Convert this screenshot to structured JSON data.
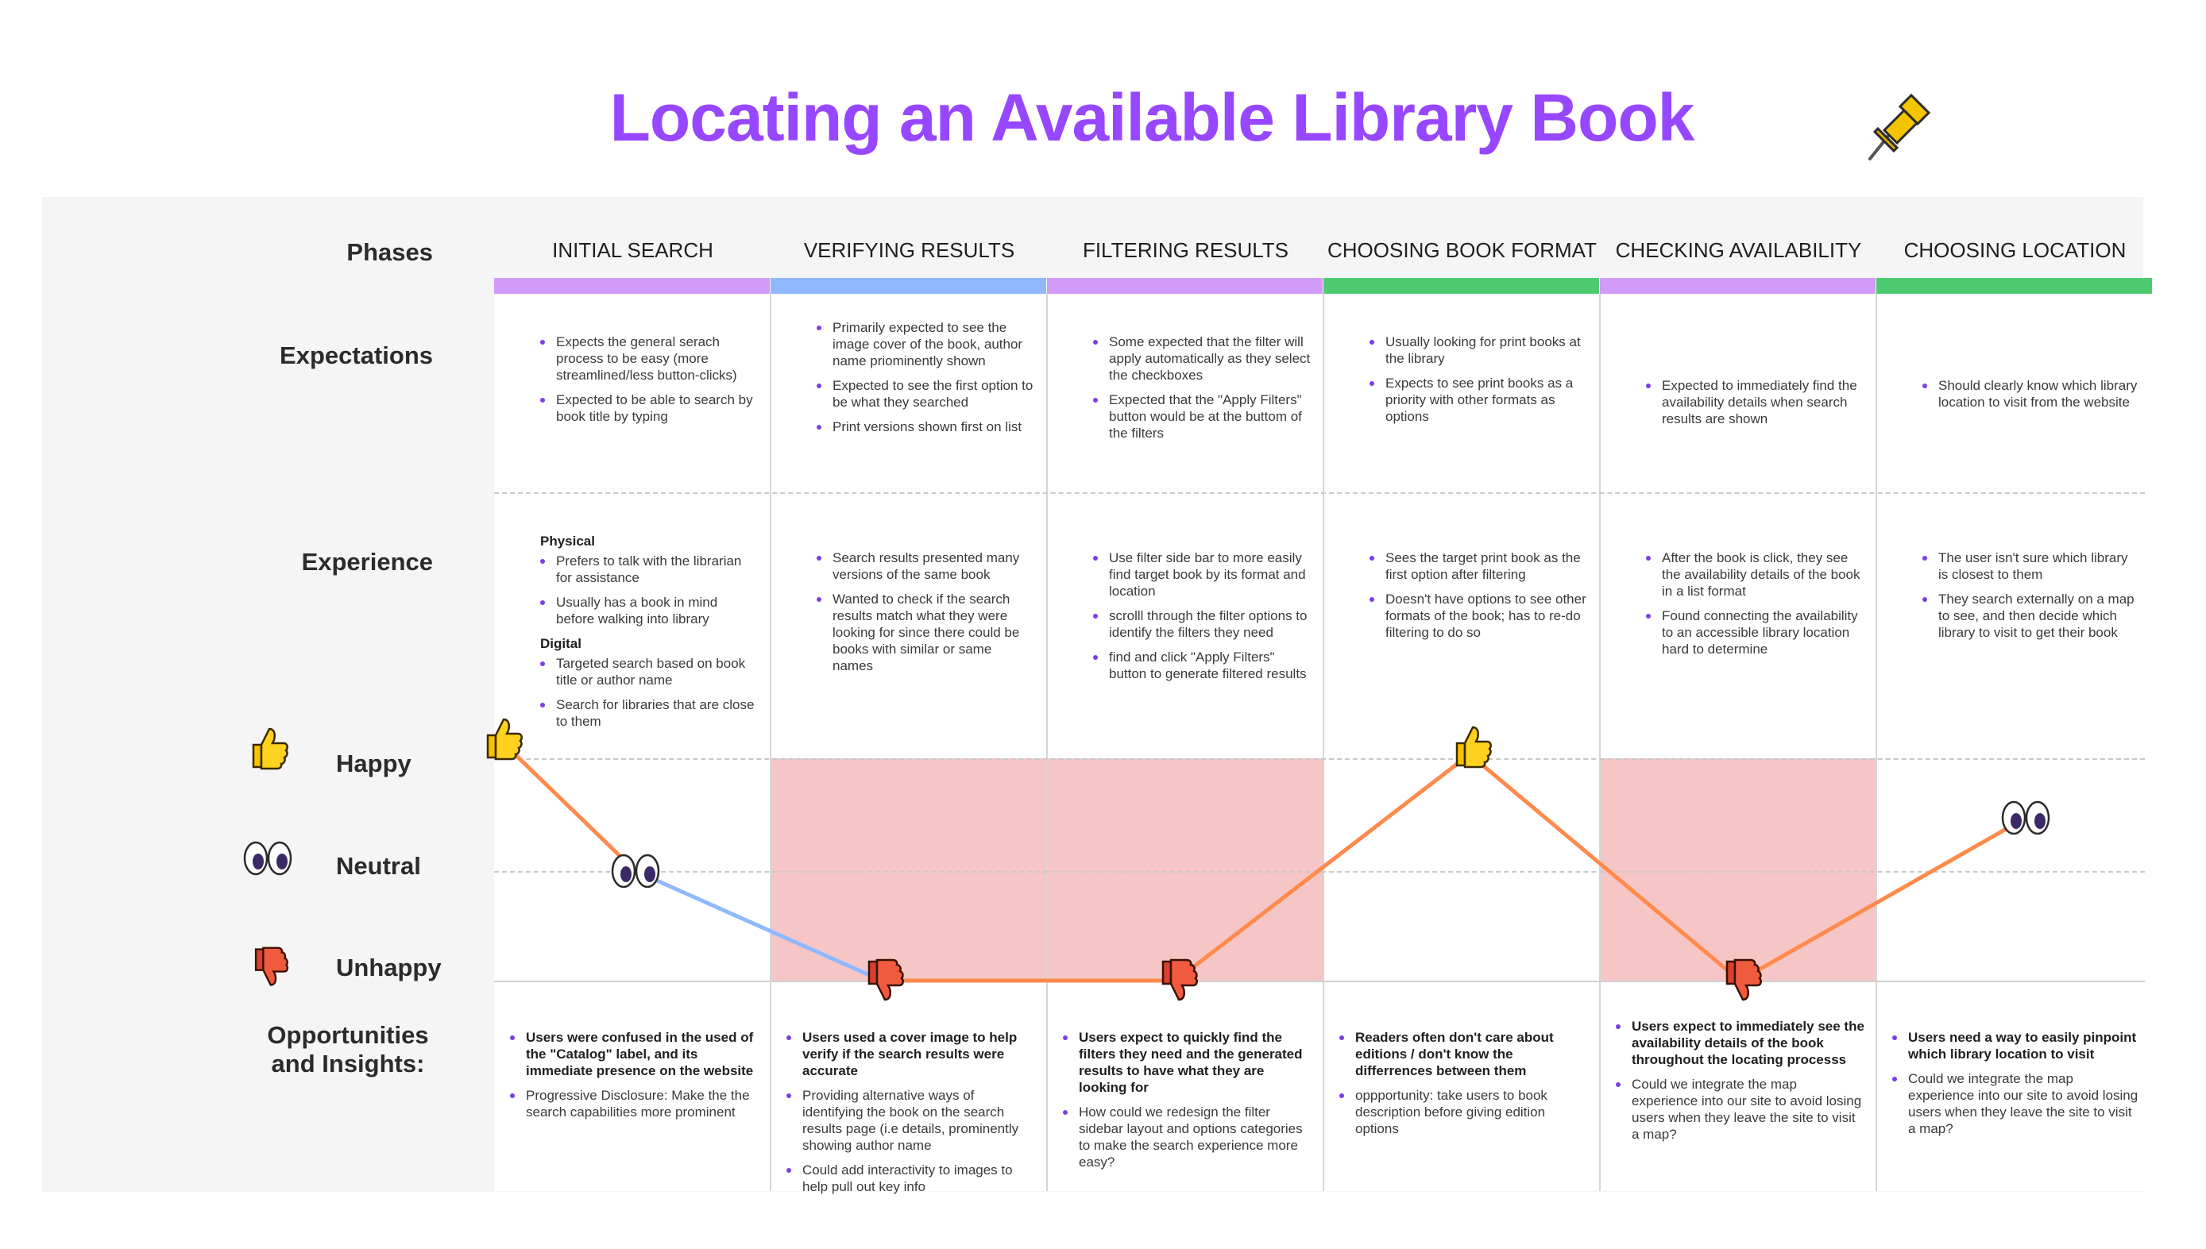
{
  "title": "Locating an Available Library Book",
  "row_labels": {
    "phases": "Phases",
    "expectations": "Expectations",
    "experience": "Experience",
    "opportunities": "Opportunities\nand Insights:"
  },
  "emotions": {
    "happy": "Happy",
    "neutral": "Neutral",
    "unhappy": "Unhappy"
  },
  "colors": {
    "title": "#9747ff",
    "purple_bar": "#d19bf7",
    "blue_bar": "#8fb8ff",
    "green_bar": "#4ecb71",
    "pink_zone": "#f6c6c6",
    "orange_line": "#ff8a4c",
    "blue_line": "#8fb8ff"
  },
  "phases": [
    {
      "name": "INITIAL SEARCH",
      "bar_color": "purple",
      "emotion": "happy",
      "expectations": [
        "Expects the general serach process to be easy (more streamlined/less button-clicks)",
        "Expected to be able to search by book title by typing"
      ],
      "experience_physical_label": "Physical",
      "experience_physical": [
        "Prefers to talk with the librarian for assistance",
        "Usually has a book in mind before walking into library"
      ],
      "experience_digital_label": "Digital",
      "experience_digital": [
        "Targeted search based on book title or author name",
        "Search for libraries that are close to them"
      ],
      "opportunities": [
        {
          "text": "Users were confused in the used of the \"Catalog\" label, and its immediate presence on the website",
          "bold": true
        },
        {
          "text": "Progressive Disclosure: Make the the search capabilities more prominent",
          "bold": false
        }
      ]
    },
    {
      "name": "VERIFYING RESULTS",
      "bar_color": "blue",
      "emotion": "unhappy",
      "expectations": [
        "Primarily expected to see the image cover of the book, author name priominently shown",
        "Expected to see the first option to be what they searched",
        "Print versions shown first on list"
      ],
      "experience": [
        "Search results presented many versions of the same book",
        "Wanted to check if the search results match what they were looking for since there could be books with similar or same names"
      ],
      "opportunities": [
        {
          "text": "Users used a cover image to help verify if the search results were accurate",
          "bold": true
        },
        {
          "text": "Providing alternative ways of identifying the book on the search results page (i.e details, prominently showing author name",
          "bold": false
        },
        {
          "text": "Could add interactivity to images to help pull out key info",
          "bold": false
        }
      ]
    },
    {
      "name": "FILTERING RESULTS",
      "bar_color": "purple",
      "emotion": "unhappy",
      "expectations": [
        "Some expected that the filter will apply automatically as they select the checkboxes",
        "Expected that the \"Apply Filters\" button would be at the buttom of the filters"
      ],
      "experience": [
        "Use filter side bar to more easily find target book by its format and location",
        "scrolll through the filter options to identify the filters they need",
        "find and click \"Apply Filters\" button to generate filtered results"
      ],
      "opportunities": [
        {
          "text": "Users expect to quickly find the filters they need and the generated results to have what they are looking for",
          "bold": true
        },
        {
          "text": "How could we redesign the filter sidebar layout and options categories to make the search experience more easy?",
          "bold": false
        }
      ]
    },
    {
      "name": "CHOOSING BOOK FORMAT",
      "bar_color": "green",
      "emotion": "happy",
      "expectations": [
        "Usually looking for print books at the library",
        "Expects to see print books as a priority with other formats as options"
      ],
      "experience": [
        "Sees the target print book as the first option after filtering",
        "Doesn't have options to see other formats of the book; has to re-do filtering to do so"
      ],
      "opportunities": [
        {
          "text": "Readers often don't care about editions / don't know the differrences between them",
          "bold": true
        },
        {
          "text": "oppportunity: take users to book description before giving edition options",
          "bold": false
        }
      ]
    },
    {
      "name": "CHECKING AVAILABILITY",
      "bar_color": "purple",
      "emotion": "unhappy",
      "expectations": [
        "Expected to immediately find the availability details when search results are shown"
      ],
      "experience": [
        "After the book is click, they see the availability details of the book in a list format",
        "Found connecting the availability to an accessible library location hard to determine"
      ],
      "opportunities": [
        {
          "text": "Users expect to immediately see the availability details of the book throughout the locating processs",
          "bold": true
        },
        {
          "text": "Could we integrate the map experience into our site to avoid losing users when they leave the site to visit a map?",
          "bold": false
        }
      ]
    },
    {
      "name": "CHOOSING LOCATION",
      "bar_color": "green",
      "emotion": "neutral",
      "expectations": [
        "Should clearly know which library location to visit from the website"
      ],
      "experience": [
        "The user isn't sure which library is closest to them",
        "They search externally on a map to see, and then decide which library to visit to get their book"
      ],
      "opportunities": [
        {
          "text": "Users need a way to easily pinpoint which library location to visit",
          "bold": true
        },
        {
          "text": "Could we integrate the map experience into our site to avoid losing users when they leave the site to visit a map?",
          "bold": false
        }
      ]
    }
  ],
  "journey_curve": {
    "levels": [
      "happy",
      "neutral",
      "unhappy"
    ],
    "points": [
      {
        "phase": "INITIAL SEARCH",
        "emotion": "happy",
        "icon": "thumbs-up"
      },
      {
        "phase": "INITIAL SEARCH",
        "emotion": "neutral",
        "icon": "eyes"
      },
      {
        "phase": "VERIFYING RESULTS",
        "emotion": "unhappy",
        "icon": "thumbs-down"
      },
      {
        "phase": "FILTERING RESULTS",
        "emotion": "unhappy",
        "icon": "thumbs-down"
      },
      {
        "phase": "CHOOSING BOOK FORMAT",
        "emotion": "happy",
        "icon": "thumbs-up"
      },
      {
        "phase": "CHECKING AVAILABILITY",
        "emotion": "unhappy",
        "icon": "thumbs-down"
      },
      {
        "phase": "CHOOSING LOCATION",
        "emotion": "neutral",
        "icon": "eyes"
      }
    ]
  },
  "icons": {
    "pin": "pushpin-icon",
    "happy": "thumbs-up-icon",
    "neutral": "eyes-icon",
    "unhappy": "thumbs-down-icon"
  }
}
